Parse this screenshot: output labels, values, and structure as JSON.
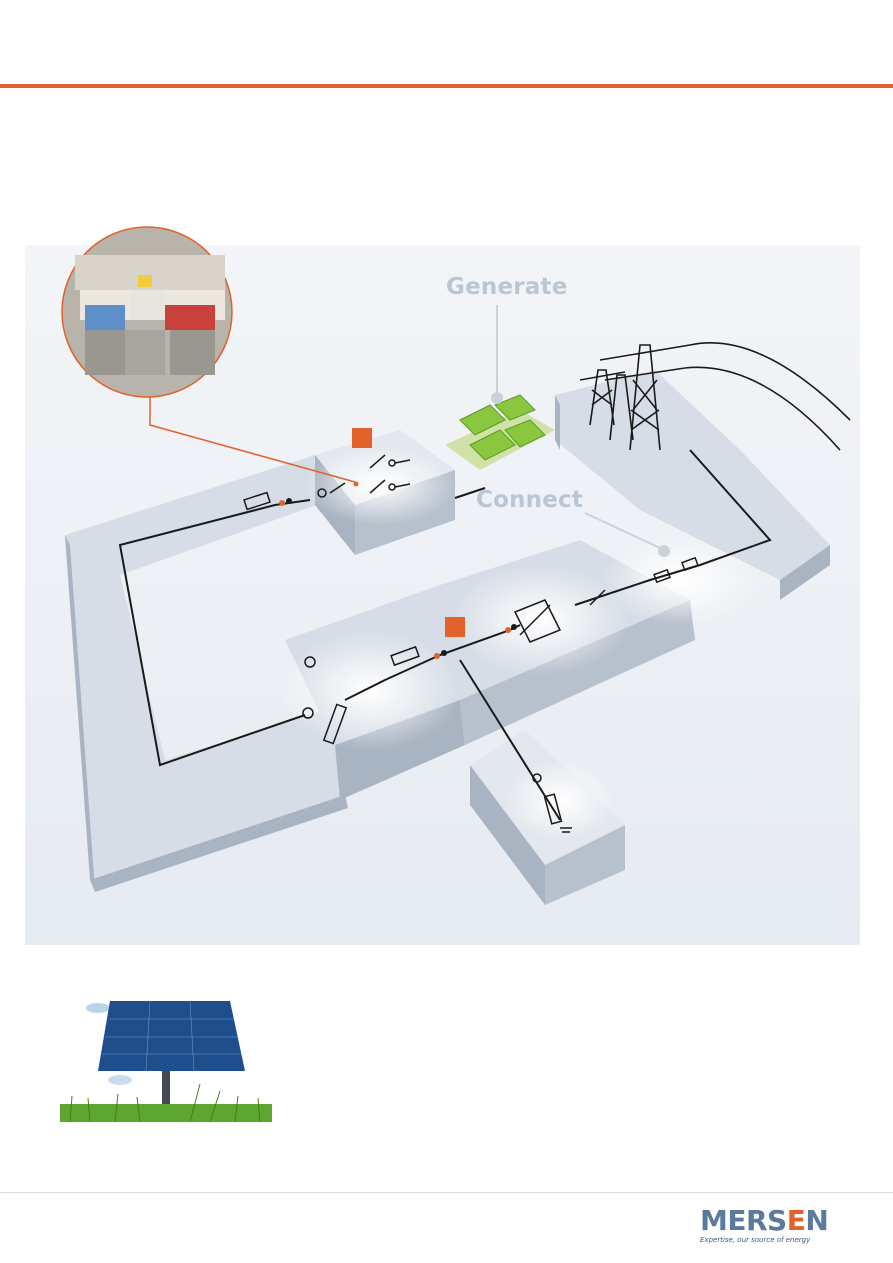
{
  "diagram": {
    "labels": {
      "generate": "Generate",
      "connect": "Connect"
    },
    "colors": {
      "accent": "#e2622b",
      "platform_top": "#d6dde6",
      "platform_side": "#a9b4c2",
      "label": "#b9c6d3",
      "panel_green": "#8bc63f"
    }
  },
  "logo": {
    "brand_part1": "MERS",
    "brand_part2": "E",
    "brand_part3": "N",
    "tagline": "Expertise, our source of energy"
  }
}
